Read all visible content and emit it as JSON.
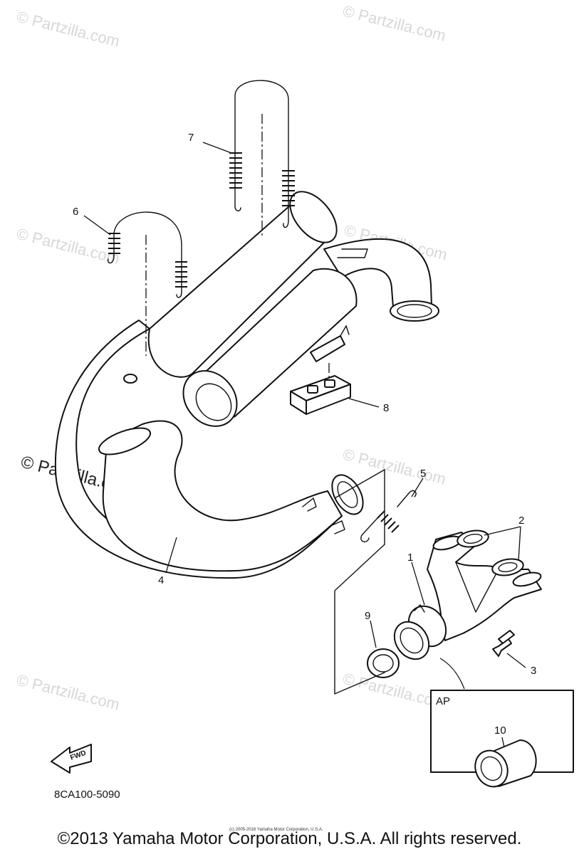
{
  "diagram": {
    "callouts": [
      "1",
      "2",
      "3",
      "4",
      "5",
      "6",
      "7",
      "8",
      "9",
      "10"
    ],
    "inset_label": "AP",
    "fwd_label": "FWD",
    "part_code": "8CA100-5090",
    "watermark": "© Partzilla.com",
    "small_copyright": "(c) 2005-2016 Yamaha Motor Corporation, U.S.A."
  },
  "footer": {
    "copyright": "©2013 Yamaha Motor Corporation, U.S.A. All rights reserved."
  }
}
